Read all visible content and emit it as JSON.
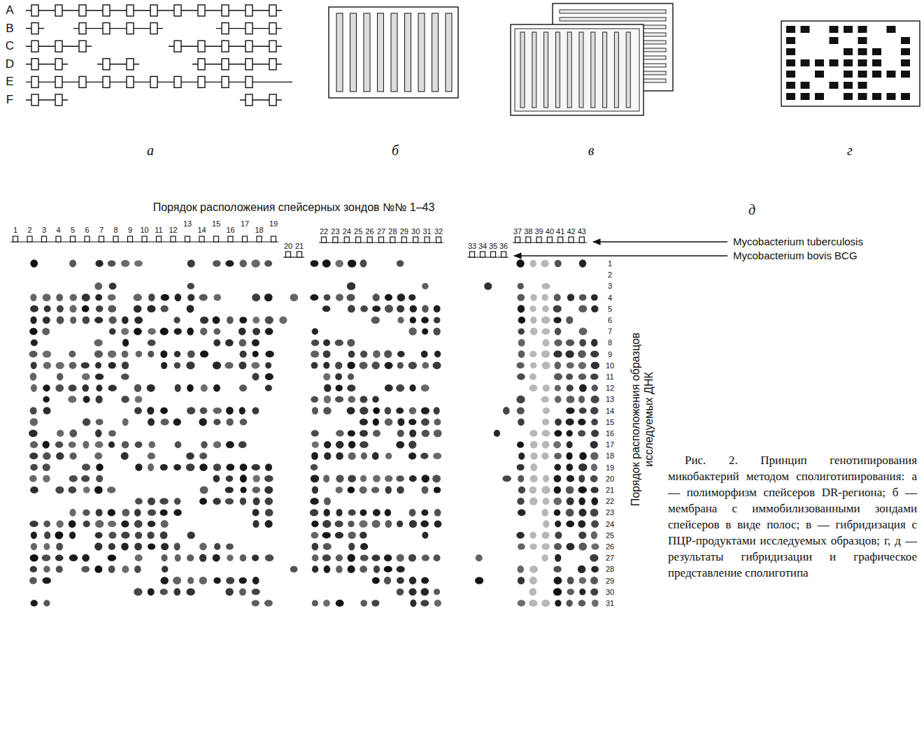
{
  "diagram": {
    "caption": "Рис. 2. Принцип генотипирования микобактерий методом сполиготипирования: а — полиморфизм спейсеров DR-региона; б — мембрана с иммобилизованными зондами спейсеров в виде полос; в — гибридизация с ПЦР-продуктами исследуемых образцов; г, д — результаты гибридизации и графическое представление сполиготипа",
    "labels": [
      "A",
      "B",
      "C",
      "D",
      "E",
      "F",
      "а",
      "б",
      "в",
      "г",
      "д",
      "Порядок расположения спейсерных зондов №№ 1–43",
      "1",
      "2",
      "3",
      "4",
      "5",
      "6",
      "7",
      "8",
      "9",
      "10",
      "11",
      "12",
      "13",
      "14",
      "15",
      "16",
      "17",
      "18",
      "19",
      "20",
      "21",
      "22",
      "23",
      "24",
      "25",
      "26",
      "27",
      "28",
      "29",
      "30",
      "31",
      "32",
      "33",
      "34",
      "35",
      "36",
      "37",
      "38",
      "39",
      "40",
      "41",
      "42",
      "43",
      "Mycobacterium tuberculosis",
      "Mycobacterium bovis BCG",
      "1",
      "2",
      "3",
      "4",
      "5",
      "6",
      "7",
      "8",
      "9",
      "10",
      "11",
      "12",
      "13",
      "14",
      "15",
      "16",
      "17",
      "18",
      "19",
      "20",
      "21",
      "22",
      "23",
      "24",
      "25",
      "26",
      "27",
      "28",
      "29",
      "30",
      "31",
      "Порядок расположения образцов исследуемых ДНК"
    ]
  }
}
